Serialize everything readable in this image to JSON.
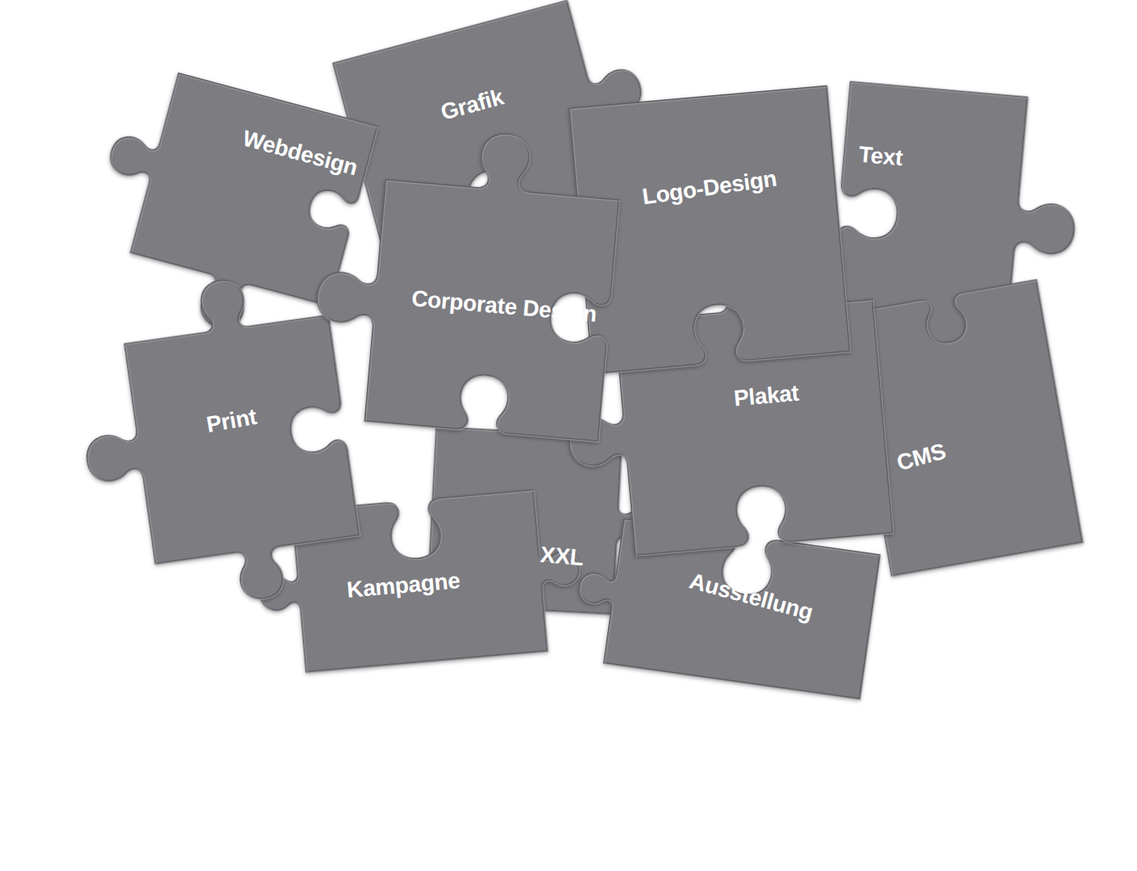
{
  "diagram": {
    "nodes": [
      {
        "text": [
          "Webdesign"
        ]
      },
      {
        "text": [
          "Grafik"
        ]
      },
      {
        "text": [
          "Logo-Design"
        ]
      },
      {
        "text": [
          "Text"
        ]
      },
      {
        "text": [
          "Corporate Design"
        ]
      },
      {
        "text": [
          "Print"
        ]
      },
      {
        "text": [
          "Plakat"
        ]
      },
      {
        "text": [
          "CMS"
        ]
      },
      {
        "text": [
          "XXL"
        ]
      },
      {
        "text": [
          "Kampagne"
        ]
      },
      {
        "text": [
          "Ausstellung"
        ]
      }
    ]
  }
}
